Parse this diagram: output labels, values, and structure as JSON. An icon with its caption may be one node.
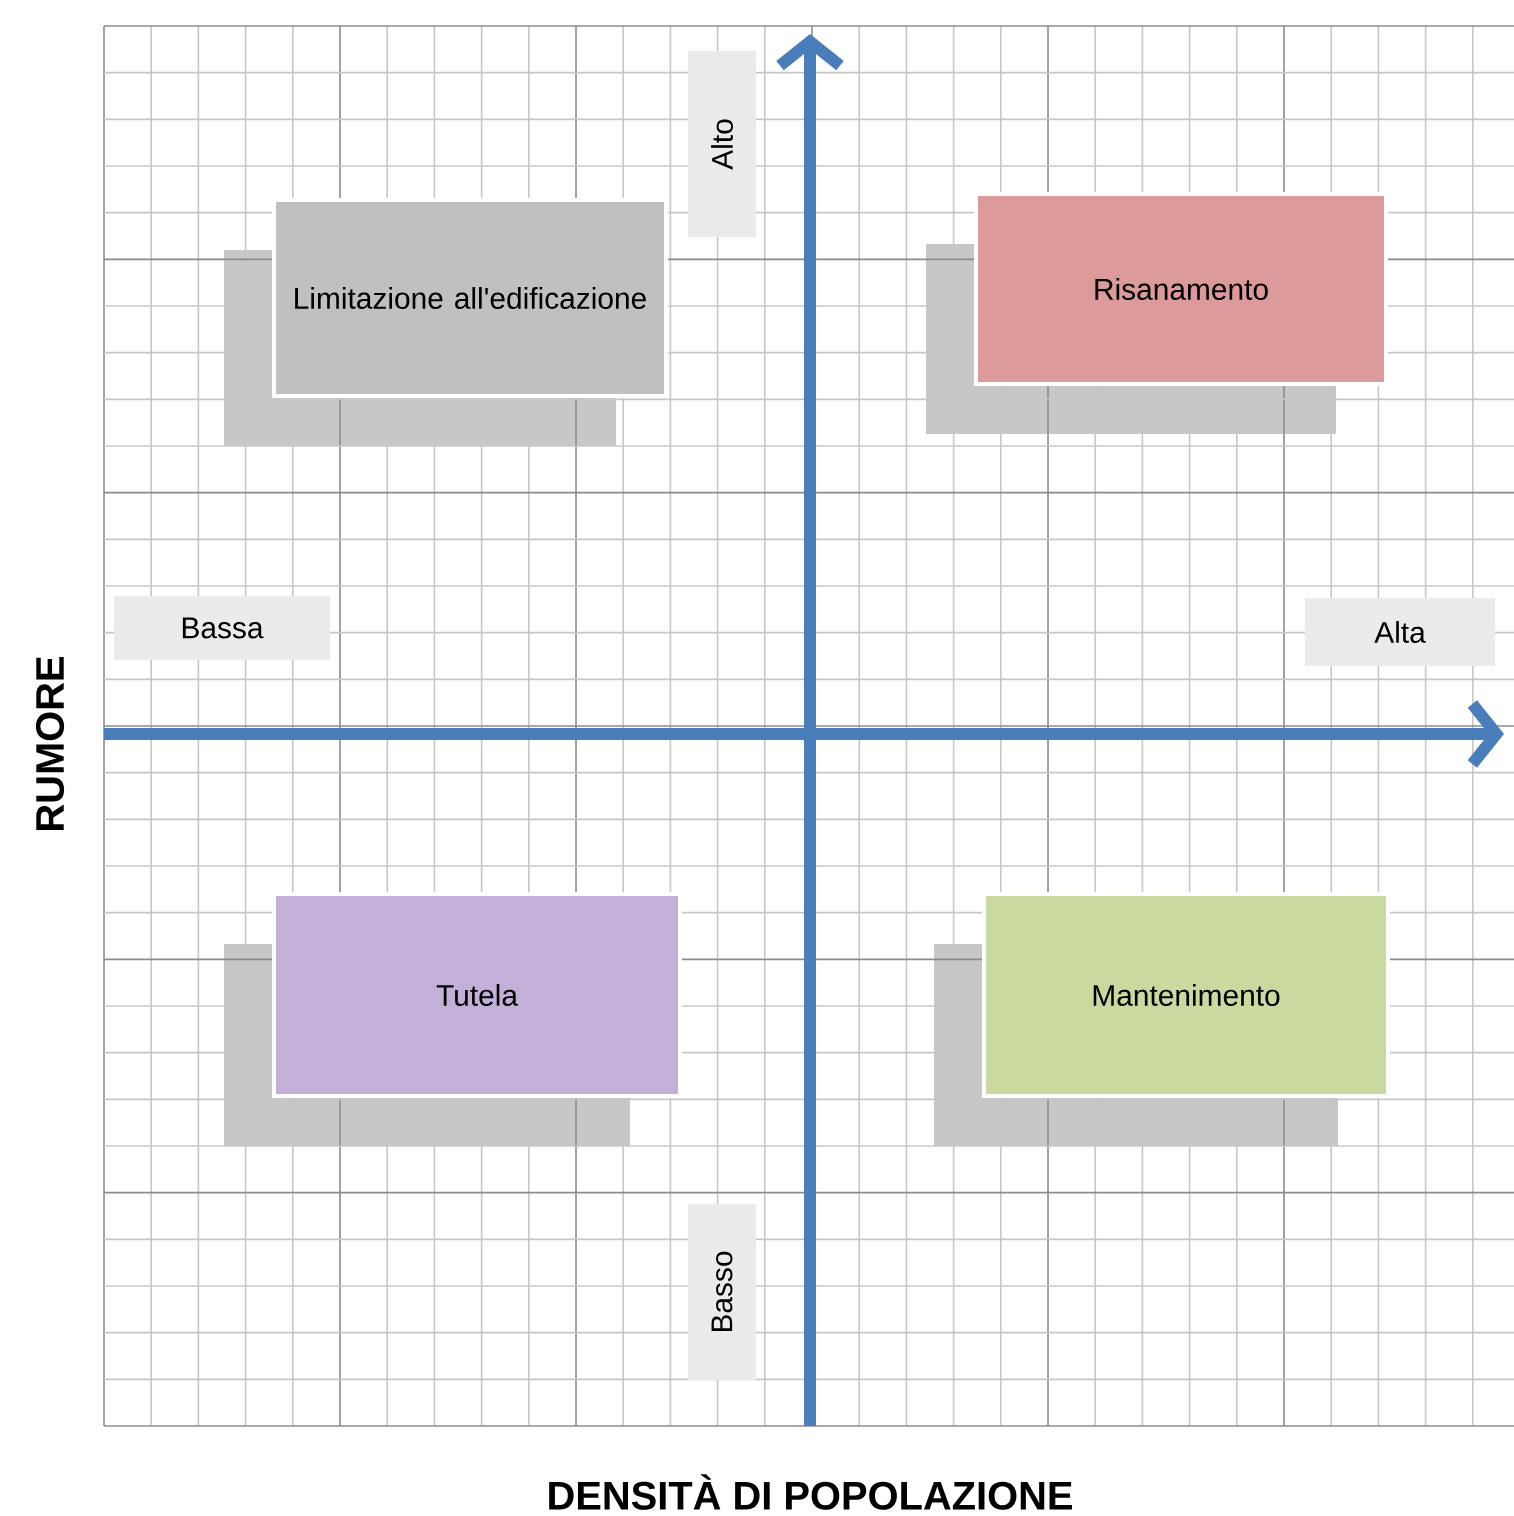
{
  "diagram": {
    "nodes": [
      {
        "text": [
          "Limitazione all'edificazione"
        ]
      },
      {
        "text": [
          "Risanamento"
        ]
      },
      {
        "text": [
          "Tutela"
        ]
      },
      {
        "text": [
          "Mantenimento"
        ]
      }
    ],
    "labels": [
      "Alto",
      "Bassa",
      "Alta",
      "RUMORE",
      "Basso",
      "DENSITÀ DI POPOLAZIONE"
    ]
  }
}
